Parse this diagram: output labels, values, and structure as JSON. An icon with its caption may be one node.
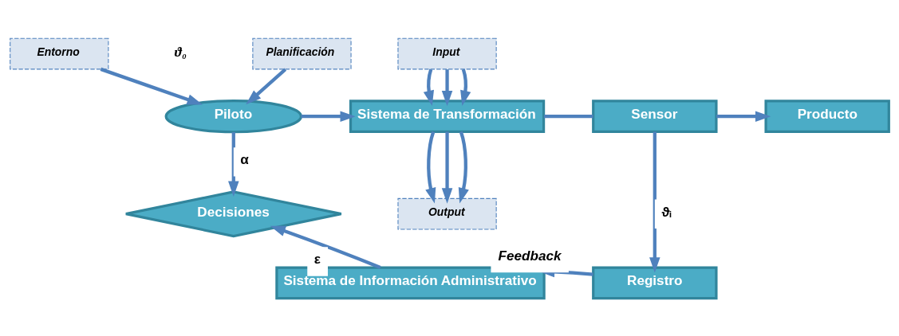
{
  "diagram": {
    "nodes": [
      {
        "text": [
          "Entorno"
        ]
      },
      {
        "text": [
          "Planificación"
        ]
      },
      {
        "text": [
          "Piloto"
        ]
      },
      {
        "text": [
          "Input"
        ]
      },
      {
        "text": [
          "Sistema de Transformación"
        ]
      },
      {
        "text": [
          "Output"
        ]
      },
      {
        "text": [
          "Sensor"
        ]
      },
      {
        "text": [
          "Producto"
        ]
      },
      {
        "text": [
          "Decisiones"
        ]
      },
      {
        "text": [
          "Sistema de Información Administrativo"
        ]
      },
      {
        "text": [
          "Registro"
        ]
      }
    ],
    "edges": [
      {
        "from": 0,
        "to": 2,
        "arrow": "to"
      },
      {
        "from": 1,
        "to": 2,
        "arrow": "to"
      },
      {
        "from": 3,
        "to": 4,
        "arrow": "to"
      },
      {
        "from": 3,
        "to": 4,
        "arrow": "to"
      },
      {
        "from": 3,
        "to": 4,
        "arrow": "to"
      },
      {
        "from": 2,
        "to": 4,
        "arrow": "to"
      },
      {
        "from": 4,
        "to": 5,
        "arrow": "to"
      },
      {
        "from": 4,
        "to": 5,
        "arrow": "to"
      },
      {
        "from": 4,
        "to": 5,
        "arrow": "to"
      },
      {
        "from": 4,
        "to": 6,
        "arrow": "none"
      },
      {
        "from": 6,
        "to": 7,
        "arrow": "to"
      },
      {
        "from": 2,
        "to": 8,
        "arrow": "to",
        "label": "α"
      },
      {
        "from": 6,
        "to": 10,
        "arrow": "to",
        "label": "ϑᵢ"
      },
      {
        "from": 10,
        "to": 9,
        "arrow": "to",
        "label": "Feedback"
      },
      {
        "from": 9,
        "to": 8,
        "arrow": "to",
        "label": "ε"
      }
    ],
    "labels": [
      "ϑ₀"
    ]
  }
}
